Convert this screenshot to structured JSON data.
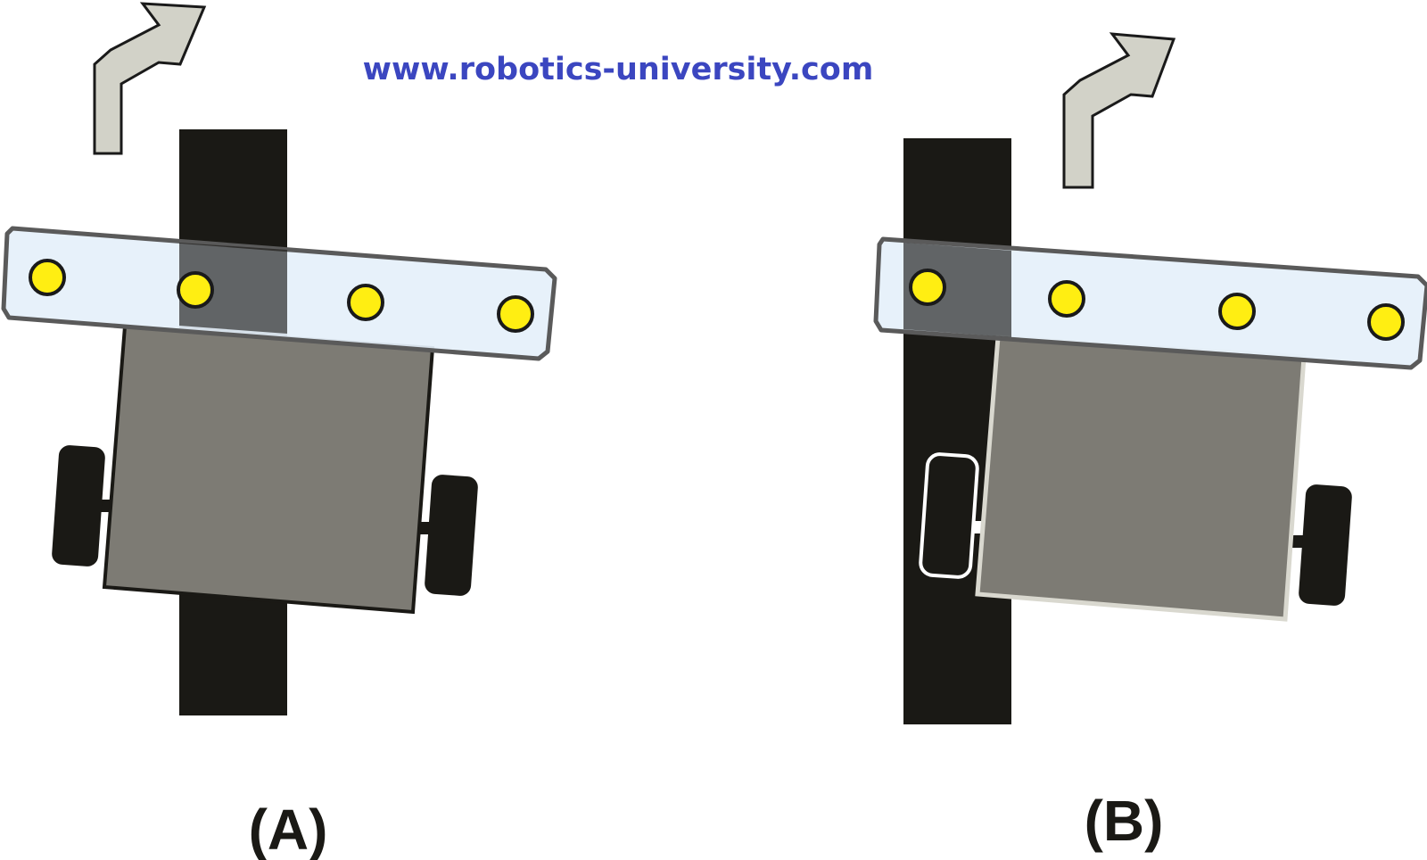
{
  "watermark": "www.robotics-university.com",
  "panels": [
    {
      "id": "A",
      "label": "(A)"
    },
    {
      "id": "B",
      "label": "(B)"
    }
  ],
  "colors": {
    "watermark": "#3b46c0",
    "line": "#1a1915",
    "sensor_bar_fill": "#e5f0fa",
    "sensor_bar_stroke": "#5a5a5a",
    "sensor_led": "#ffee12",
    "sensor_led_stroke": "#1a1a1a",
    "chassis": "#7d7b74",
    "chassis_stroke_a": "#1a1915",
    "chassis_stroke_b": "#d9d8cf",
    "wheel": "#1a1915",
    "wheel_outline_b": "#ffffff",
    "arrow_fill": "#d2d2c8",
    "arrow_stroke": "#1a1a1a"
  },
  "icons": [
    "turn-right-arrow-icon",
    "turn-right-arrow-icon"
  ]
}
